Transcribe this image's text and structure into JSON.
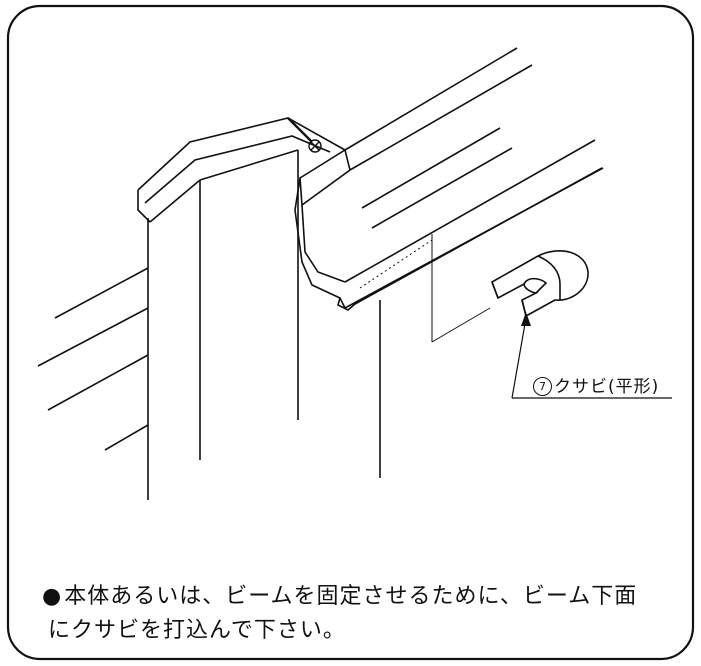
{
  "callout": {
    "number": "7",
    "label": "クサビ(平形)"
  },
  "instruction": {
    "bullet": "●",
    "line1": "本体あるいは、ビームを固定させるために、ビーム下面",
    "line2": "にクサビを打込んで下さい。"
  },
  "colors": {
    "line": "#111111",
    "background": "#ffffff"
  }
}
